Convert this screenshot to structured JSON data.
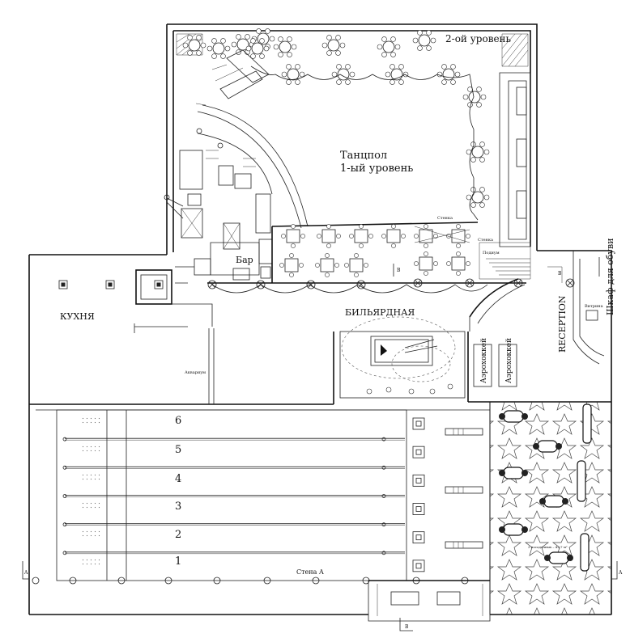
{
  "labels": {
    "level2": "2-ой уровень",
    "dancefloor_1": "Танцпол",
    "dancefloor_2": "1-ый уровень",
    "bar": "Бар",
    "kitchen": "КУХНЯ",
    "billiard": "БИЛЬЯРДНАЯ",
    "reception": "RECEPTION",
    "shoe_cabinet": "Шкаф для обуви",
    "air_hockey_1": "Аэрохоккей",
    "air_hockey_2": "Аэрохоккей",
    "aquarium": "Аквариум",
    "wall_a": "Стена А",
    "section_a_left": "A",
    "section_a_right": "A",
    "section_b_top": "B",
    "section_b_bottom": "B",
    "section_b_mid": "B",
    "wall_note_1": "Стенка",
    "wall_note_2": "Стенка",
    "podium": "Подиум",
    "showcase": "Витрина",
    "sofa_note": "3 посадочных – 42,7 м²"
  },
  "lanes": {
    "numbers": [
      "6",
      "5",
      "4",
      "3",
      "2",
      "1"
    ]
  },
  "colors": {
    "line": "#111111",
    "background": "#ffffff",
    "star_pattern": "#444444"
  }
}
